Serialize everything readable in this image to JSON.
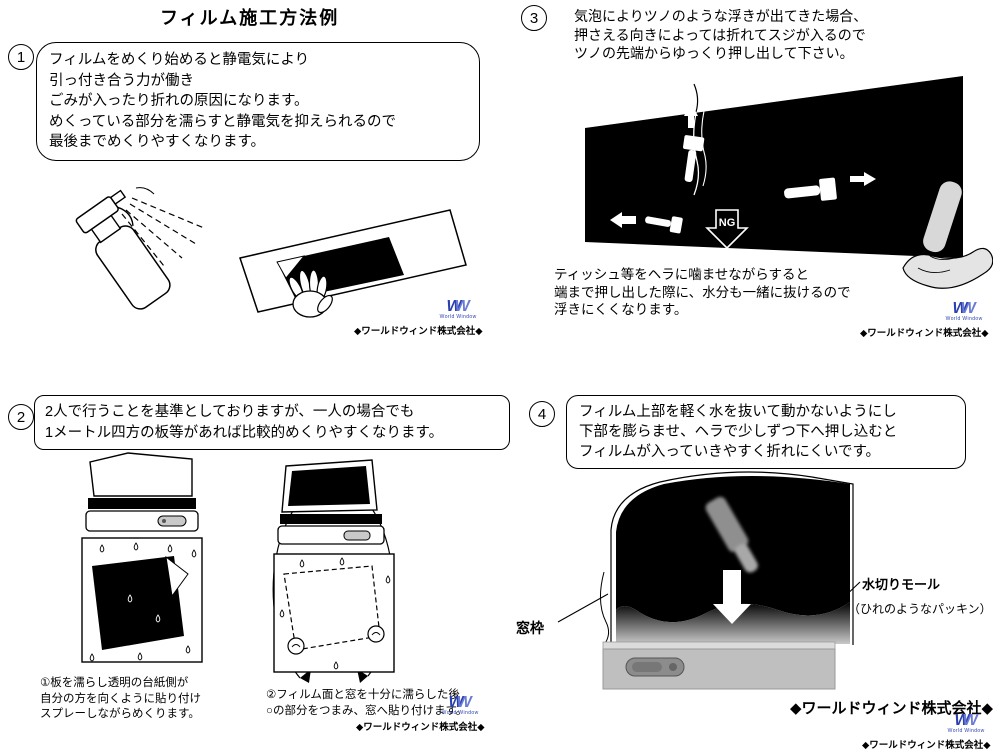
{
  "title": "フィルム施工方法例",
  "logo": {
    "w1": "W",
    "w2": "W",
    "subtext": "World Window",
    "company": "◆ワールドウィンド株式会社◆"
  },
  "footer": {
    "company_bold": "◆ワールドウィンド株式会社◆"
  },
  "sections": {
    "s1": {
      "num": "1",
      "bubble": [
        "フィルムをめくり始めると静電気により",
        "引っ付き合う力が働き",
        "ごみが入ったり折れの原因になります。",
        "めくっている部分を濡らすと静電気を抑えられるので",
        "最後までめくりやすくなります。"
      ]
    },
    "s2": {
      "num": "2",
      "bubble": [
        "2人で行うことを基準としておりますが、一人の場合でも",
        "1メートル四方の板等があれば比較的めくりやすくなります。"
      ],
      "caption1": [
        "①板を濡らし透明の台紙側が",
        "自分の方を向くように貼り付け",
        "スプレーしながらめくります。"
      ],
      "caption2": [
        "②フィルム面と窓を十分に濡らした後",
        "○の部分をつまみ、窓へ貼り付けます。"
      ]
    },
    "s3": {
      "num": "3",
      "text": [
        "気泡によりツノのような浮きが出てきた場合、",
        "押さえる向きによっては折れてスジが入るので",
        "ツノの先端からゆっくり押し出して下さい。"
      ],
      "ng": "NG",
      "below": [
        "ティッシュ等をヘラに噛ませながらすると",
        "端まで押し出した際に、水分も一緒に抜けるので",
        "浮きにくくなります。"
      ]
    },
    "s4": {
      "num": "4",
      "bubble": [
        "フィルム上部を軽く水を抜いて動かないようにし",
        "下部を膨らませ、ヘラで少しずつ下へ押し込むと",
        "フィルムが入っていきやすく折れにくいです。"
      ],
      "label_window_frame": "窓枠",
      "label_molding": "水切りモール",
      "label_molding_note": "（ひれのようなパッキン）"
    }
  }
}
